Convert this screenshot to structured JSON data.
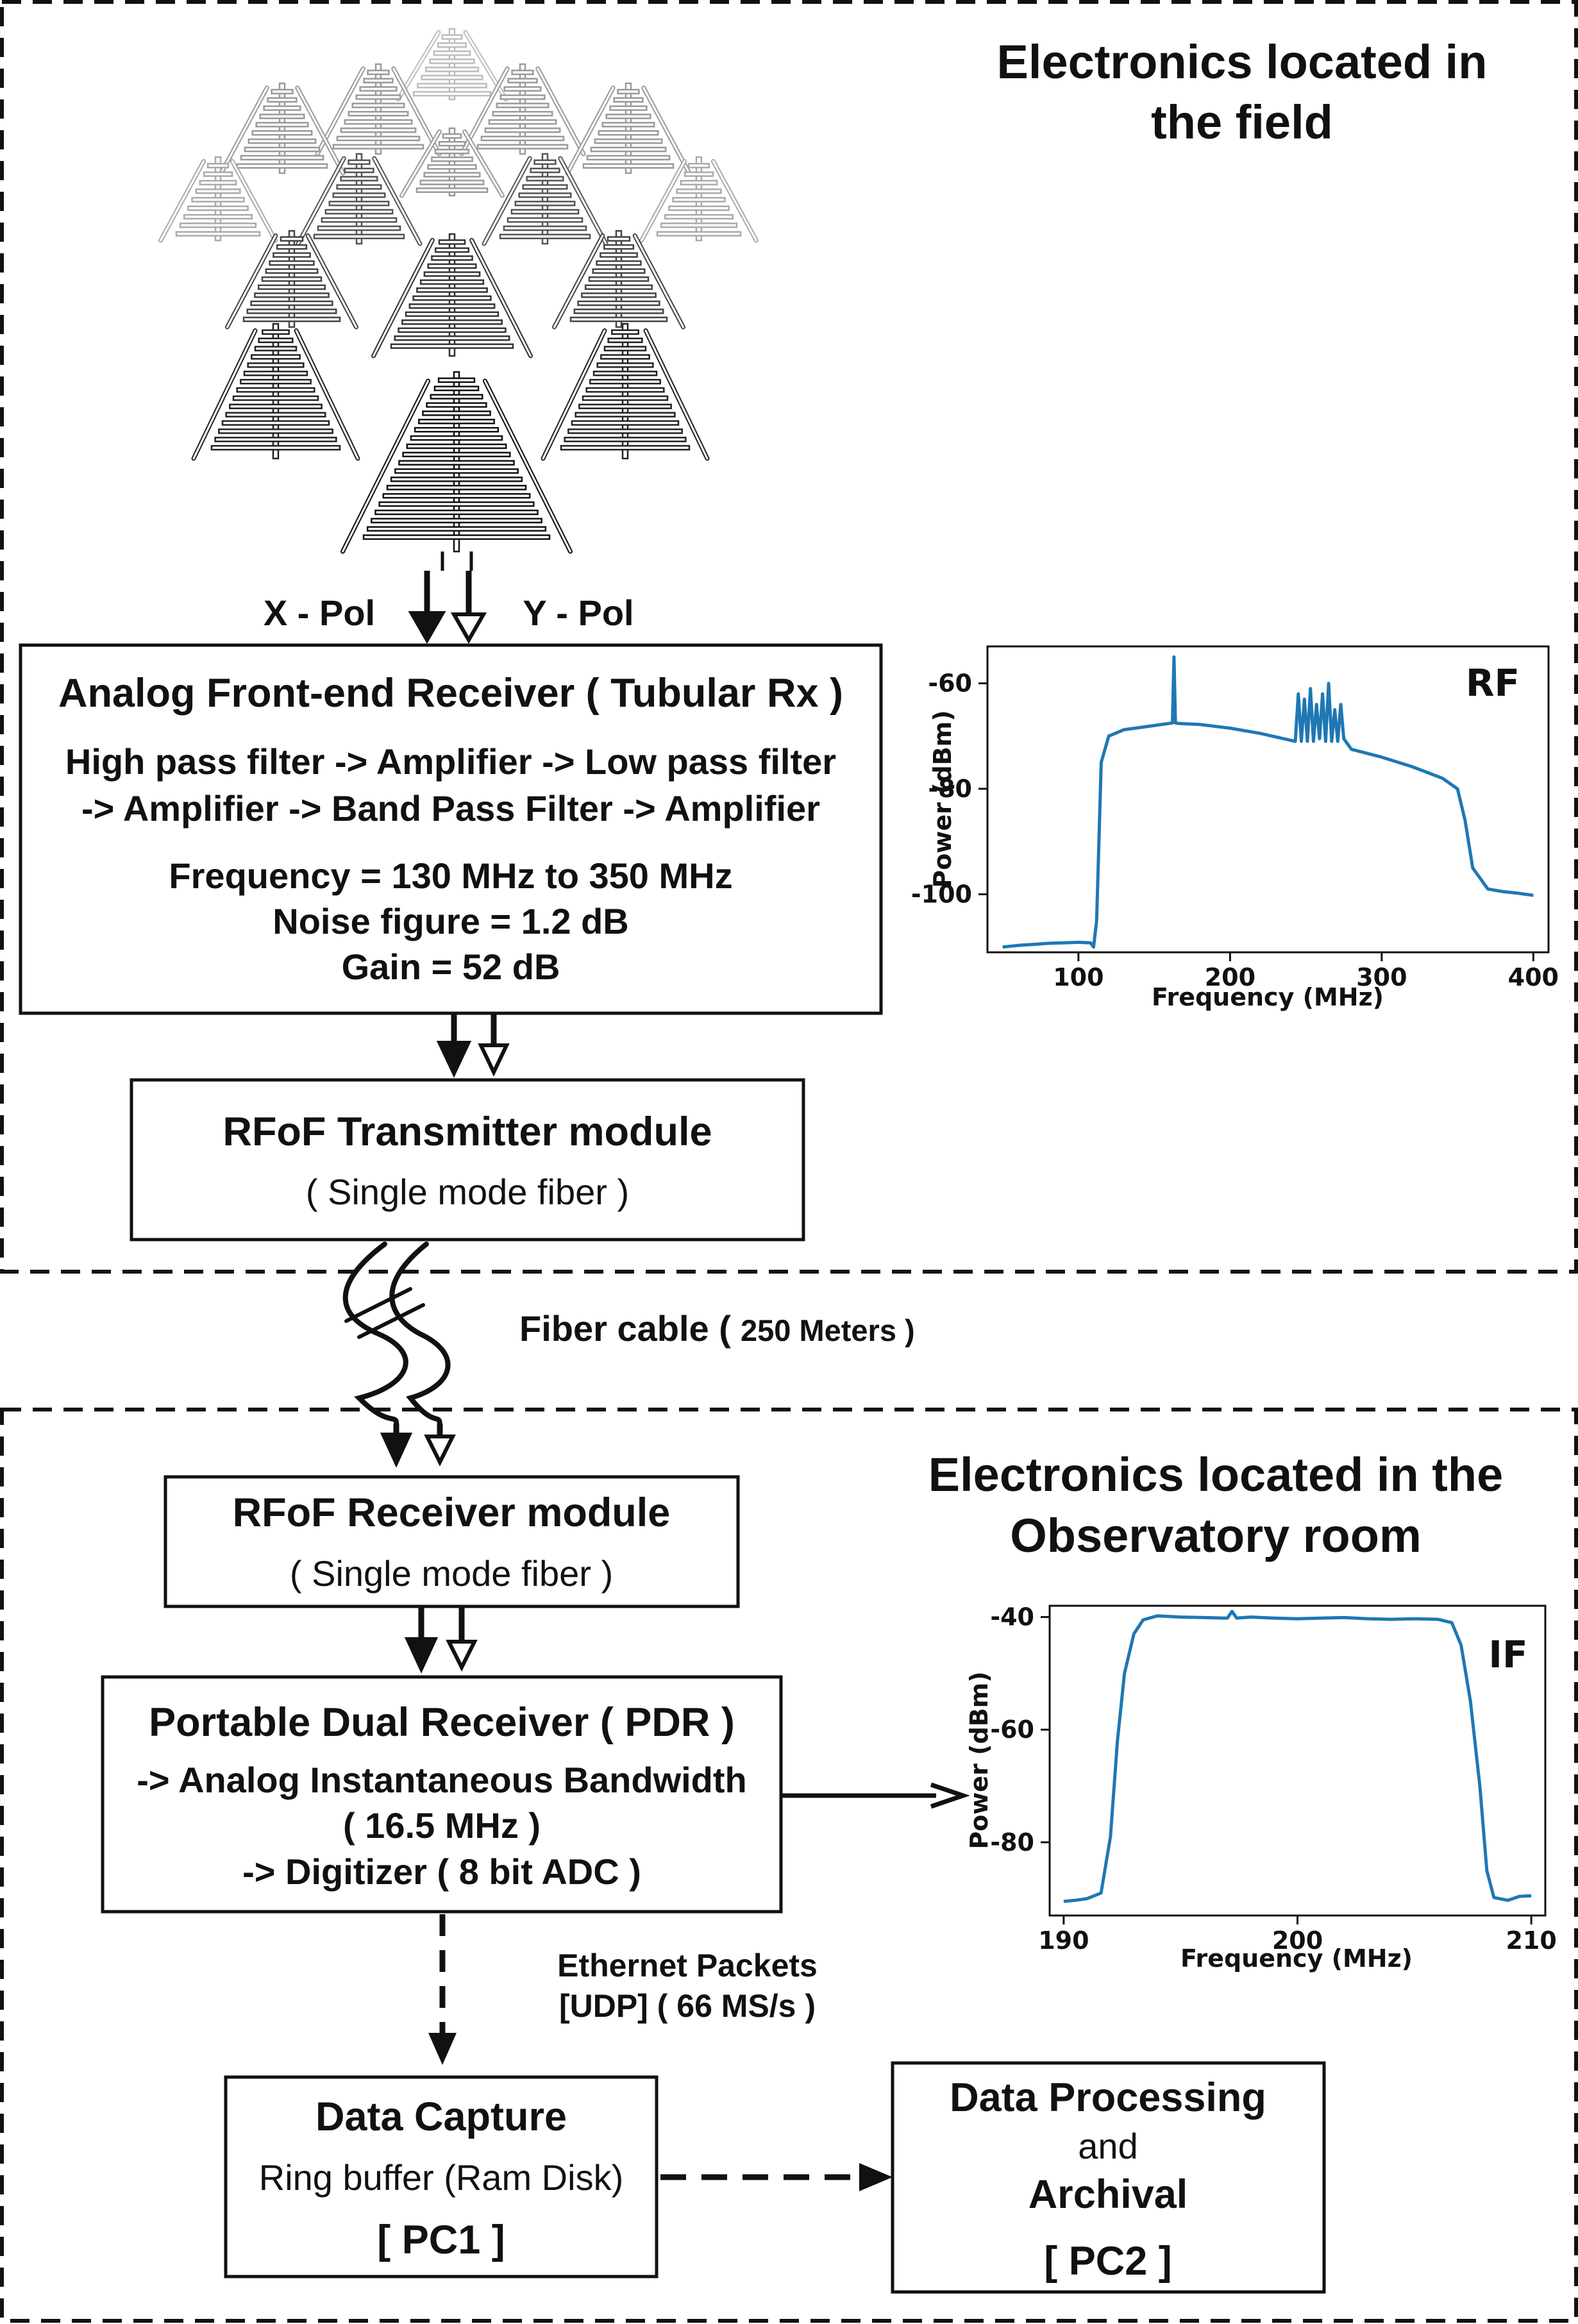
{
  "field_section": {
    "title_line1": "Electronics located in",
    "title_line2": "the field"
  },
  "antenna": {
    "x_pol_label": "X - Pol",
    "y_pol_label": "Y - Pol"
  },
  "frontend": {
    "title": "Analog Front-end Receiver ( Tubular Rx )",
    "chain_line1": "High pass filter -> Amplifier -> Low pass filter",
    "chain_line2": "-> Amplifier -> Band Pass Filter -> Amplifier",
    "frequency": "Frequency = 130 MHz to 350 MHz",
    "noise_figure": "Noise figure = 1.2 dB",
    "gain": "Gain = 52 dB"
  },
  "rfof_tx": {
    "title": "RFoF Transmitter module",
    "subtitle": "( Single mode fiber )"
  },
  "fiber": {
    "label": "Fiber cable (",
    "length": "250 Meters )"
  },
  "observatory_section": {
    "title_line1": "Electronics located in the",
    "title_line2": "Observatory room"
  },
  "rfof_rx": {
    "title": "RFoF Receiver module",
    "subtitle": "( Single mode fiber )"
  },
  "pdr": {
    "title": "Portable Dual Receiver ( PDR )",
    "line1": "-> Analog Instantaneous Bandwidth",
    "line2": "( 16.5 MHz )",
    "line3": "-> Digitizer ( 8 bit ADC )"
  },
  "ethernet": {
    "line1": "Ethernet Packets",
    "line2": "[UDP]  ( 66 MS/s )"
  },
  "data_capture": {
    "title": "Data Capture",
    "subtitle": "Ring buffer (Ram Disk)",
    "pc": "[ PC1 ]"
  },
  "data_processing": {
    "title": "Data Processing",
    "and": "and",
    "archival": "Archival",
    "pc": "[ PC2 ]"
  },
  "colors": {
    "line": "#1f77b4",
    "stroke": "#111111"
  },
  "chart_data": [
    {
      "type": "line",
      "title": "RF",
      "xlabel": "Frequency (MHz)",
      "ylabel": "Power (dBm)",
      "xlim": [
        40,
        410
      ],
      "ylim": [
        -111,
        -53
      ],
      "xticks": [
        100,
        200,
        300,
        400
      ],
      "yticks": [
        -60,
        -80,
        -100
      ],
      "series": [
        {
          "x": [
            50,
            60,
            70,
            80,
            90,
            100,
            108,
            110,
            112,
            115,
            120,
            130,
            150,
            162,
            163,
            164,
            166,
            180,
            200,
            220,
            240,
            243,
            245,
            247,
            249,
            251,
            253,
            255,
            257,
            259,
            261,
            263,
            265,
            267,
            269,
            271,
            273,
            275,
            280,
            300,
            320,
            340,
            350,
            355,
            360,
            370,
            380,
            390,
            400
          ],
          "y": [
            -110,
            -109.7,
            -109.5,
            -109.3,
            -109.2,
            -109.1,
            -109.2,
            -110,
            -105,
            -75,
            -70,
            -68.8,
            -68,
            -67.5,
            -55,
            -67.5,
            -67.6,
            -67.8,
            -68.5,
            -69.5,
            -70.8,
            -71,
            -62,
            -71,
            -63,
            -71,
            -61,
            -71,
            -64,
            -70.5,
            -62,
            -71,
            -60,
            -71,
            -65,
            -71,
            -64,
            -70.5,
            -72.5,
            -74,
            -75.8,
            -78,
            -80,
            -86,
            -95,
            -99,
            -99.5,
            -99.8,
            -100.2
          ]
        }
      ]
    },
    {
      "type": "line",
      "title": "IF",
      "xlabel": "Frequency (MHz)",
      "ylabel": "Power (dBm)",
      "xlim": [
        189.4,
        210.6
      ],
      "ylim": [
        -93,
        -38
      ],
      "xticks": [
        190,
        200,
        210
      ],
      "yticks": [
        -40,
        -60,
        -80
      ],
      "series": [
        {
          "x": [
            190,
            190.5,
            191,
            191.6,
            192,
            192.3,
            192.6,
            193,
            193.4,
            194,
            195,
            196,
            197,
            197.2,
            197.4,
            198,
            199,
            200,
            201,
            202,
            203,
            204,
            205,
            206,
            206.6,
            207,
            207.4,
            207.8,
            208.1,
            208.4,
            209,
            209.5,
            210
          ],
          "y": [
            -90.5,
            -90.3,
            -90,
            -89,
            -79,
            -62,
            -50,
            -43,
            -40.5,
            -39.8,
            -40,
            -40.1,
            -40.2,
            -39,
            -40.2,
            -40,
            -40.2,
            -40.3,
            -40.2,
            -40.1,
            -40.3,
            -40.4,
            -40.3,
            -40.4,
            -41,
            -45,
            -55,
            -70,
            -85,
            -89.8,
            -90.3,
            -89.6,
            -89.5
          ]
        }
      ]
    }
  ]
}
